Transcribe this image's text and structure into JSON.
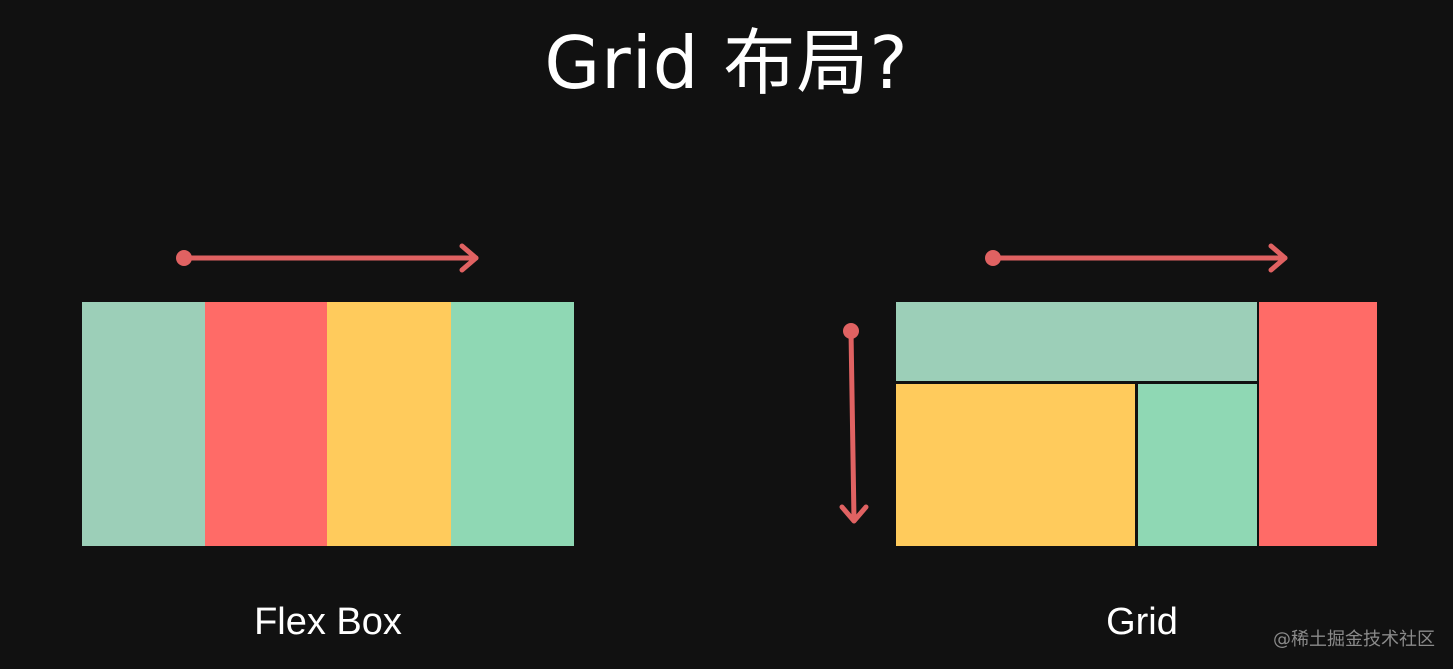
{
  "title": "Grid 布局?",
  "colors": {
    "background": "#111111",
    "teal_light": "#9ccfb8",
    "teal": "#8fd8b4",
    "red": "#ff6b67",
    "yellow": "#ffcb5c",
    "arrow": "#e06262"
  },
  "flexbox": {
    "caption": "Flex Box",
    "blocks": [
      "teal_light",
      "red",
      "yellow",
      "teal"
    ]
  },
  "grid": {
    "caption": "Grid",
    "blocks": [
      "teal_light",
      "yellow",
      "teal",
      "red"
    ]
  },
  "watermark": "@稀土掘金技术社区"
}
